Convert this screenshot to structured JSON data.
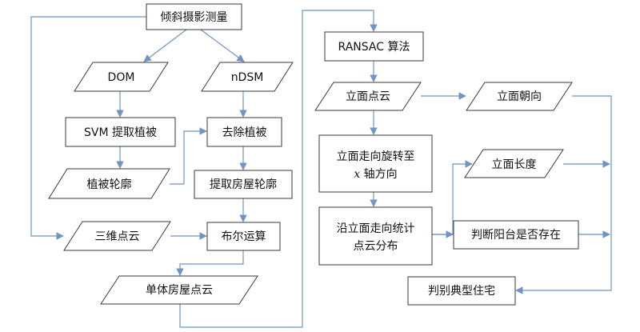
{
  "nodes": {
    "oblique_photogrammetry": "倾斜摄影测量",
    "dom": "DOM",
    "ndsm": "nDSM",
    "svm_extract_vegetation": "SVM 提取植被",
    "remove_vegetation": "去除植被",
    "vegetation_contour": "植被轮廓",
    "extract_roof_contour": "提取房屋轮廓",
    "point_cloud_3d": "三维点云",
    "boolean_operation": "布尔运算",
    "single_house_point_cloud": "单体房屋点云",
    "ransac": "RANSAC 算法",
    "facade_point_cloud": "立面点云",
    "facade_orientation": "立面朝向",
    "rotate_line1": "立面走向旋转至",
    "rotate_line2_var": "x",
    "rotate_line2_rest": " 轴方向",
    "facade_length": "立面长度",
    "stats_line1": "沿立面走向统计",
    "stats_line2": "点云分布",
    "balcony_check": "判断阳台是否存在",
    "typical_residence": "判别典型住宅"
  },
  "colors": {
    "edge": "#6e95c4",
    "border": "#3a3a3a",
    "text": "#111111"
  }
}
